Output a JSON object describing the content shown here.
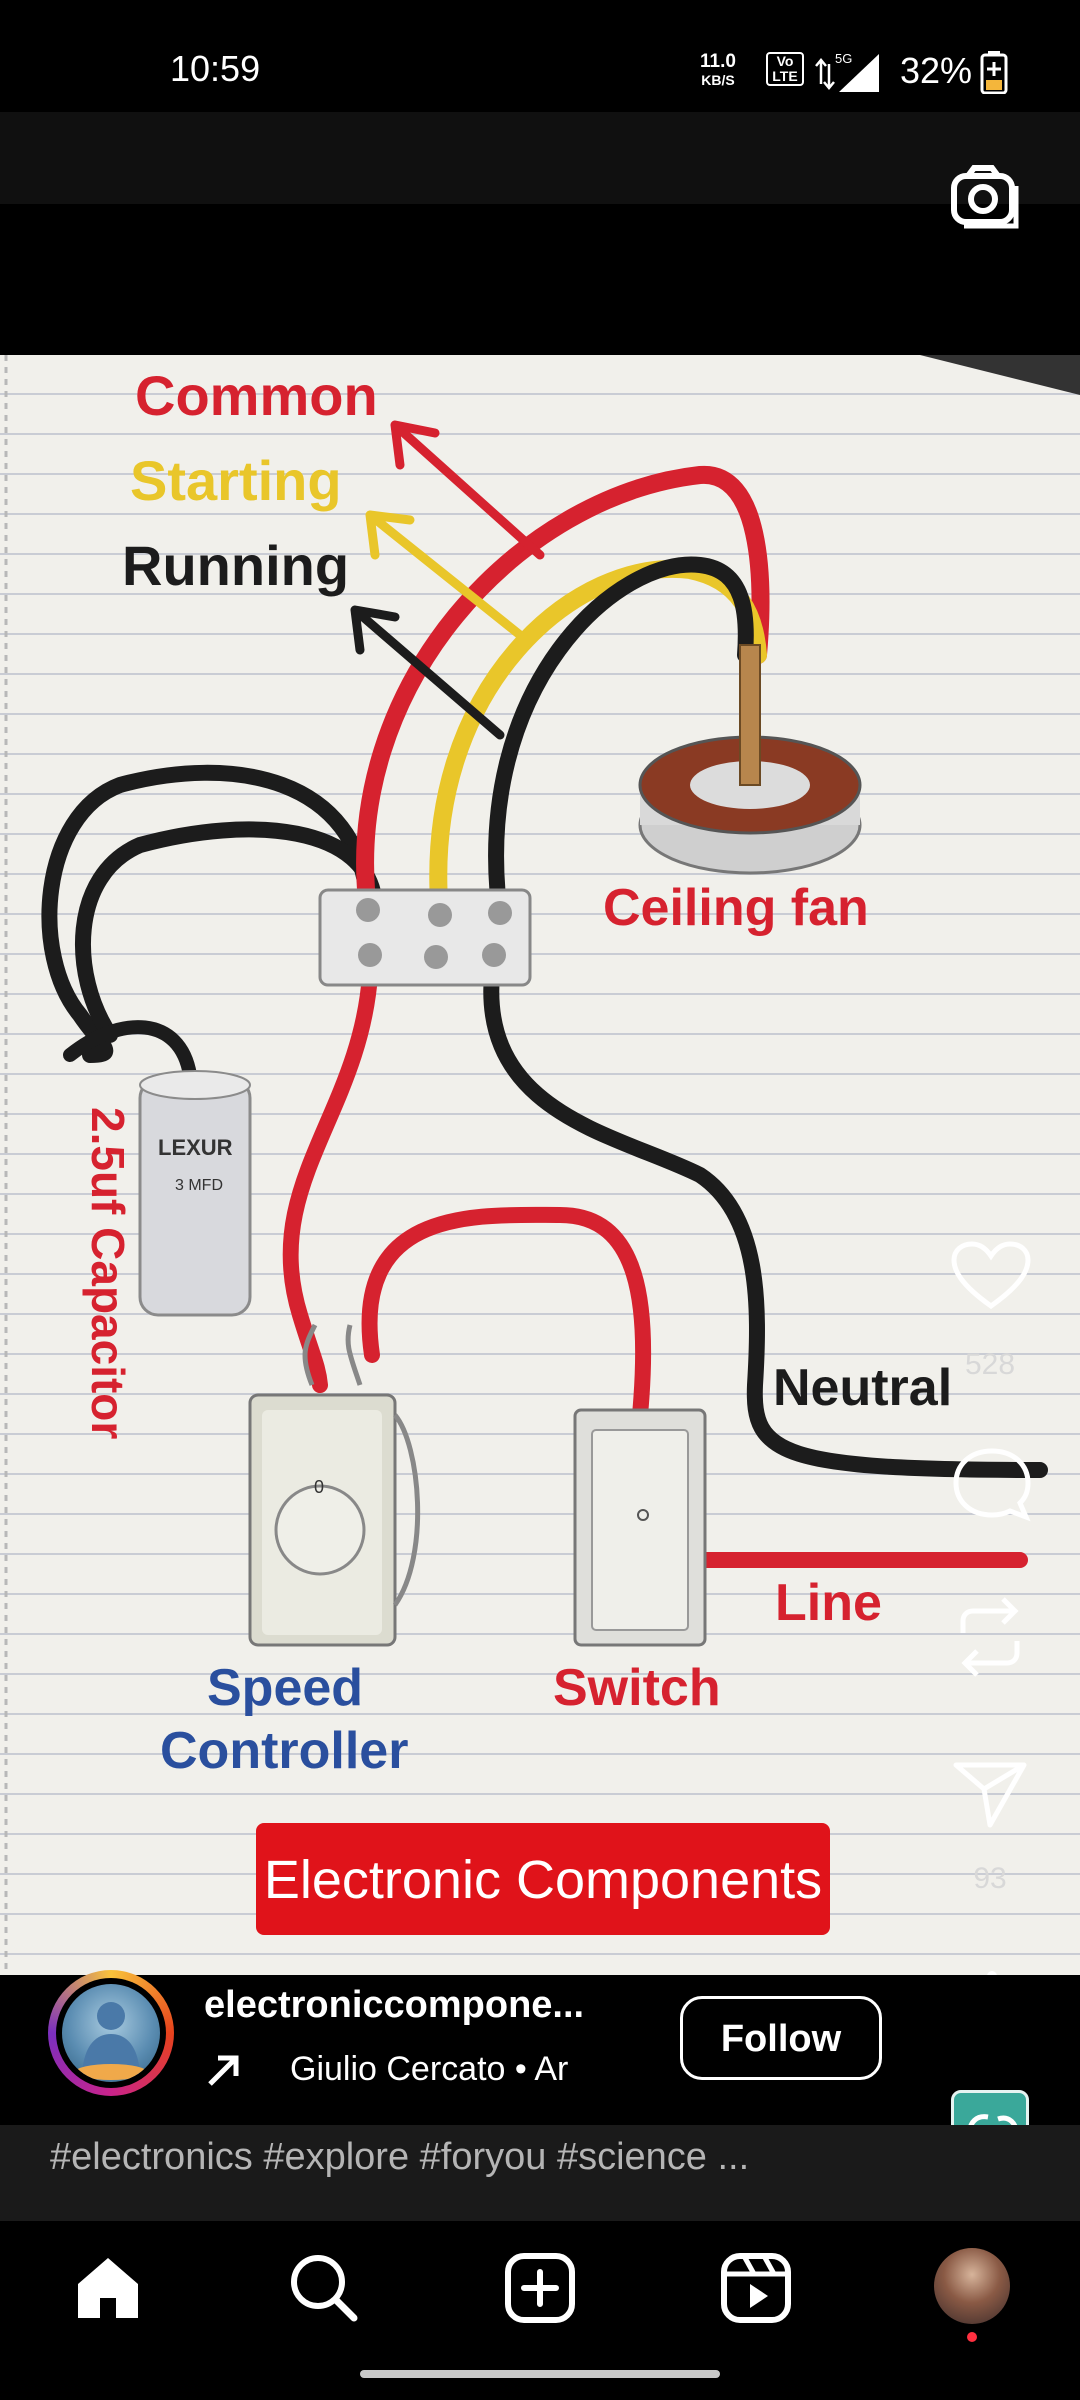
{
  "status_bar": {
    "time": "10:59",
    "net_speed_value": "11.0",
    "net_speed_unit": "KB/S",
    "volte_top": "Vo",
    "volte_bottom": "LTE",
    "network": "5G",
    "battery": "32%"
  },
  "diagram": {
    "label_common": "Common",
    "label_starting": "Starting",
    "label_running": "Running",
    "label_ceiling_fan": "Ceiling fan",
    "label_capacitor": "2.5uf Capacitor",
    "capacitor_brand": "LEXUR",
    "capacitor_rating": "3 MFD",
    "label_neutral": "Neutral",
    "label_line": "Line",
    "label_speed": "Speed",
    "label_controller": "Controller",
    "label_switch": "Switch",
    "dial_mark": "0",
    "banner": "Electronic Components",
    "colors": {
      "red": "#d6222f",
      "yellow": "#e9c62a",
      "black": "#1c1c1c",
      "banner": "#e0131a",
      "blue": "#2a4f9e"
    }
  },
  "rail": {
    "like_count": "528",
    "share_count": "93",
    "icons": [
      "heart-icon",
      "comment-icon",
      "repost-icon",
      "send-icon",
      "more-icon"
    ]
  },
  "post": {
    "username": "electroniccompone...",
    "audio": "Giulio Cercato • Ar",
    "follow_label": "Follow",
    "caption": "#electronics #explore #foryou #science ..."
  },
  "nav": {
    "items": [
      "home-icon",
      "search-icon",
      "create-icon",
      "reels-icon",
      "profile-avatar"
    ]
  }
}
